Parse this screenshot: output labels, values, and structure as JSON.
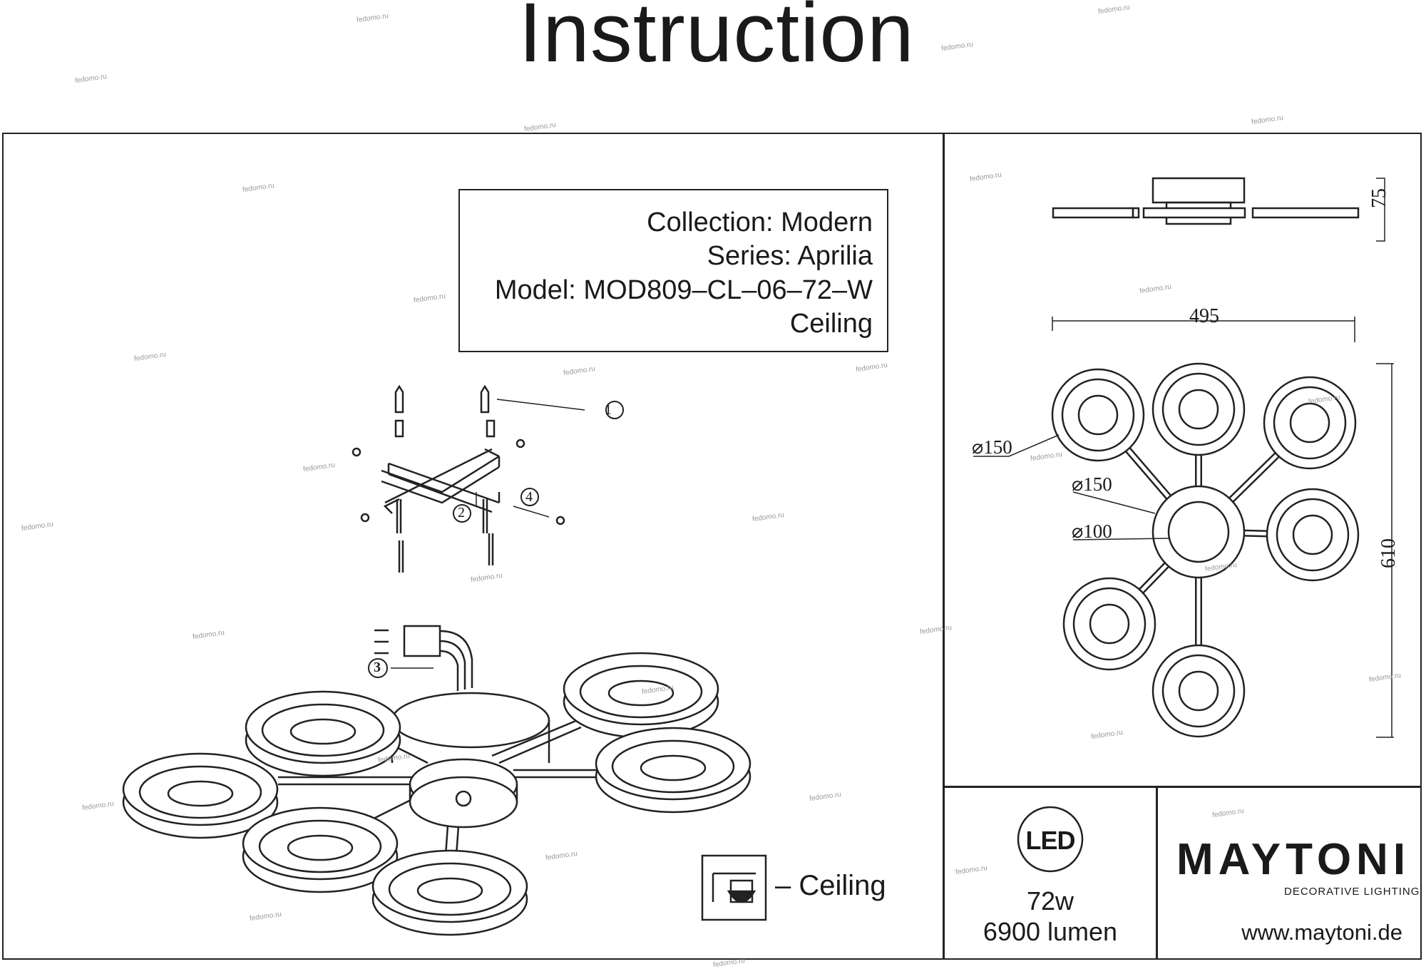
{
  "title": "Instruction",
  "info": {
    "collection": "Collection: Modern",
    "series": "Series: Aprilia",
    "model": "Model: MOD809–CL–06–72–W",
    "type": "Ceiling"
  },
  "legend": {
    "icon": "ceiling-mount-icon",
    "label": "– Ceiling"
  },
  "callouts": [
    "1",
    "2",
    "3",
    "4"
  ],
  "dimensions": {
    "height": "75",
    "width": "495",
    "length": "610",
    "lamp_diameter": "⌀150",
    "hub_diameter": "⌀150",
    "hub_inner_diameter": "⌀100"
  },
  "specs": {
    "led_badge": "LED",
    "power": "72w",
    "lumen": "6900 lumen"
  },
  "brand": {
    "logo": "MAYTONI",
    "tagline": "DECORATIVE LIGHTING",
    "website": "www.maytoni.de"
  },
  "watermark": "fedomo.ru"
}
